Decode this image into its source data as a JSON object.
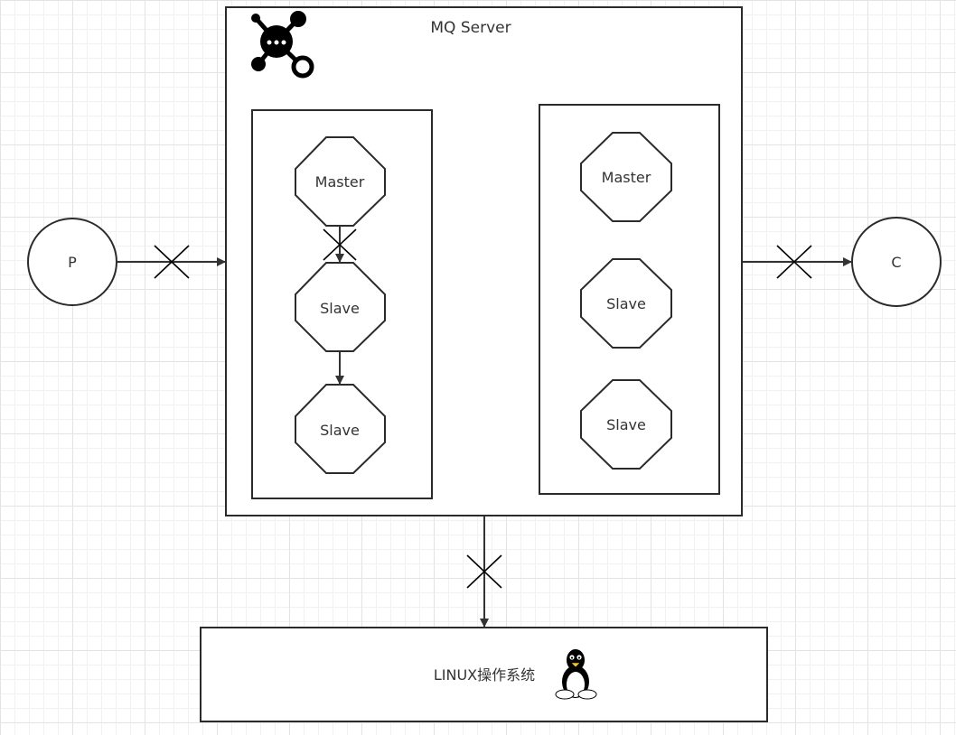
{
  "server": {
    "title": "MQ Server",
    "logo_icon": "network-hub-icon"
  },
  "groups": [
    {
      "nodes": [
        "Master",
        "Slave",
        "Slave"
      ]
    },
    {
      "nodes": [
        "Master",
        "Slave",
        "Slave"
      ]
    }
  ],
  "producer": {
    "label": "P"
  },
  "consumer": {
    "label": "C"
  },
  "os": {
    "label": "LINUX操作系统",
    "icon": "linux-penguin-icon"
  }
}
